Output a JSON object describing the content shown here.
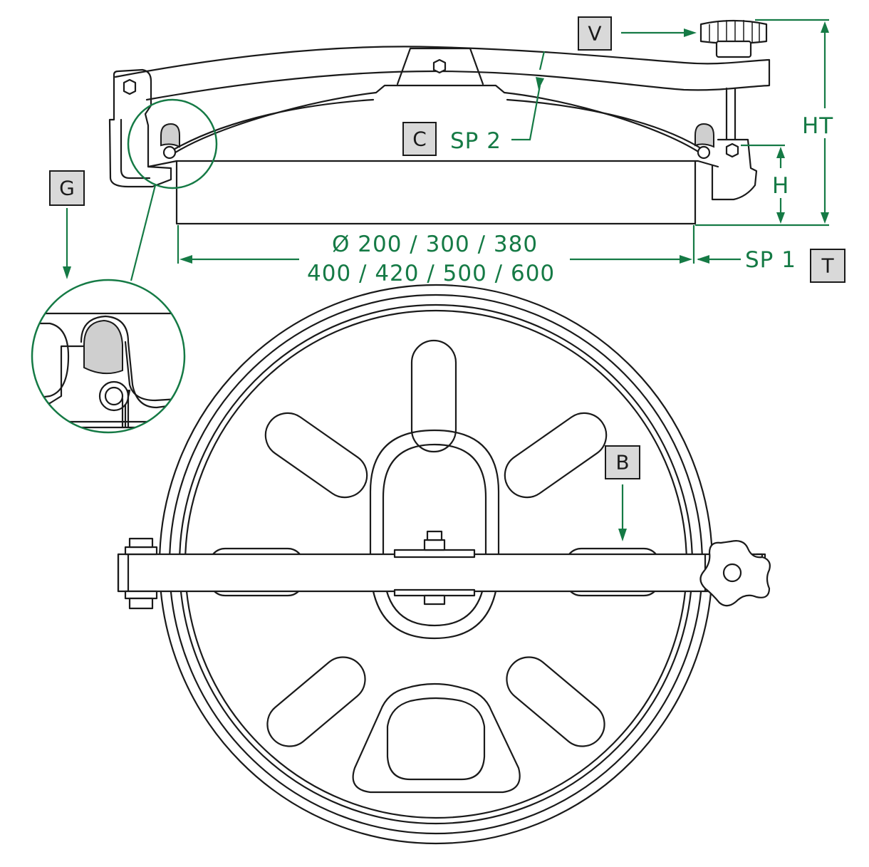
{
  "labels": {
    "v": "V",
    "c": "C",
    "g": "G",
    "b": "B",
    "t": "T"
  },
  "dimensions": {
    "ht": "HT",
    "h": "H",
    "sp1": "SP 1",
    "sp2": "SP 2",
    "diameter_line1": "Ø 200 / 300 / 380",
    "diameter_line2": "400 / 420 / 500 / 600"
  },
  "colors": {
    "dimension": "#157a45",
    "line": "#1a1a1a",
    "tag_fill": "#d9d9d9",
    "gasket": "#cfcfcf"
  }
}
